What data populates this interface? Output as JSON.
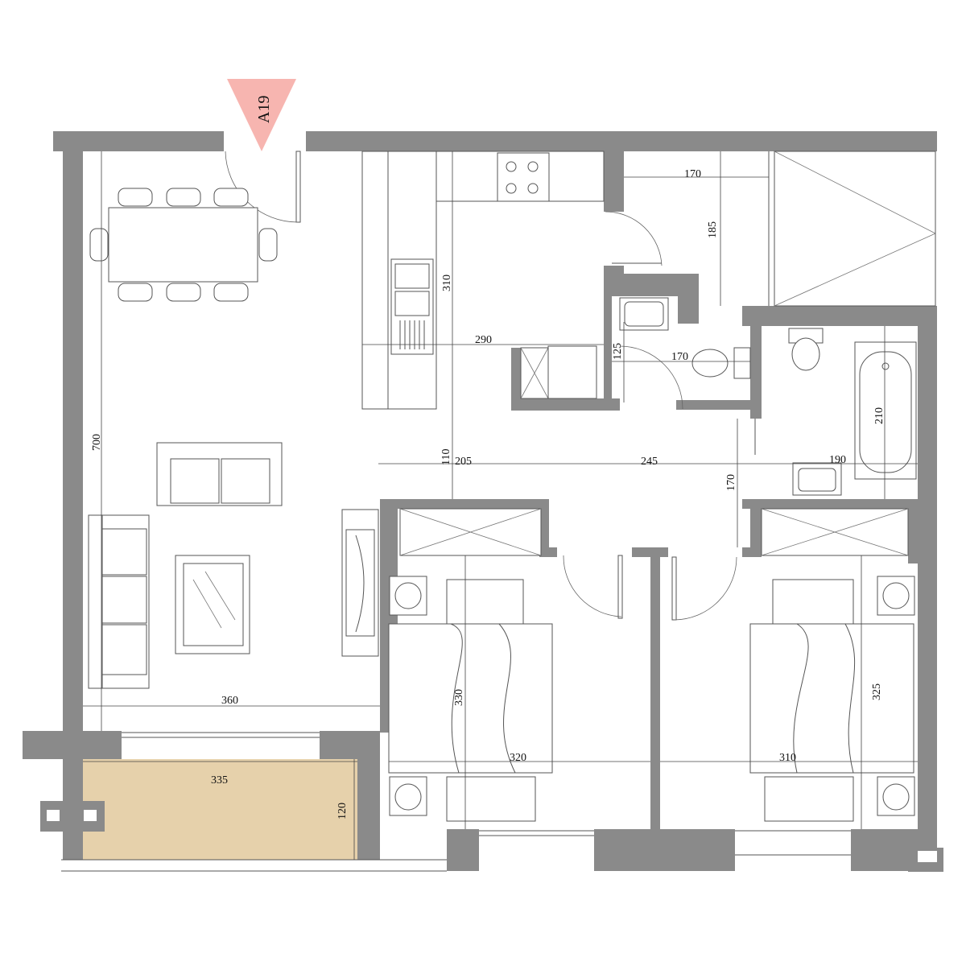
{
  "marker": {
    "label": "A19",
    "color": "#f7b5b0"
  },
  "colors": {
    "wall": "#8a8a8a",
    "balcony": "#e6d1ab"
  },
  "dimensions": {
    "living_width": "360",
    "living_height": "700",
    "balcony_width": "335",
    "balcony_depth": "120",
    "kitchen_height": "310",
    "kitchen_width": "290",
    "closet_width": "170",
    "closet_height": "185",
    "wc_depth": "125",
    "wc_width": "170",
    "hall_gap": "110",
    "hall_205": "205",
    "hall_245": "245",
    "bath_190": "190",
    "bath_170": "170",
    "tub_length": "210",
    "bedroom1_depth": "330",
    "bedroom1_width": "320",
    "bedroom2_width": "310",
    "bedroom2_depth": "325"
  }
}
